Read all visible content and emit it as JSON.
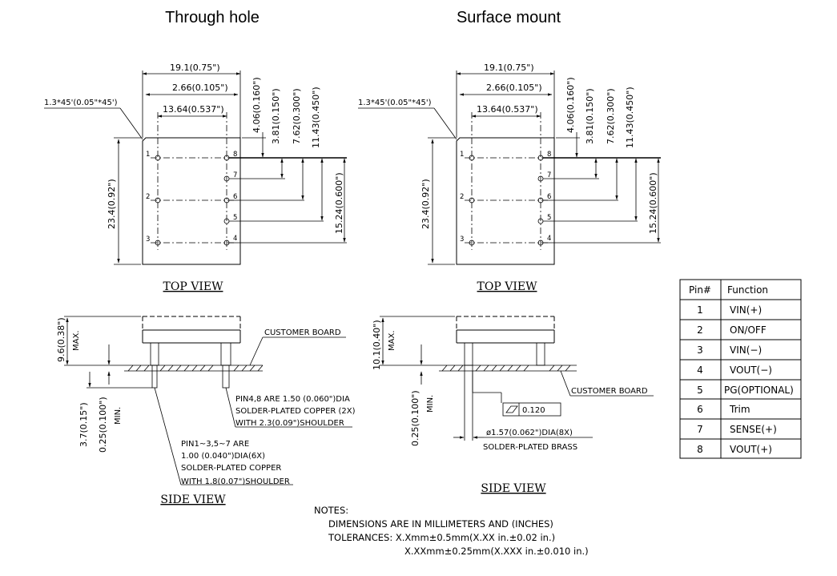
{
  "headings": {
    "through_hole": "Through hole",
    "surface_mount": "Surface mount"
  },
  "dimensions": {
    "width": "19.1(0.75\")",
    "pin_offset": "2.66(0.105\")",
    "pin_spacing": "13.64(0.537\")",
    "chamfer": "1.3*45'(0.05\"*45')",
    "d1": "4.06(0.160\")",
    "d2": "3.81(0.150\")",
    "d3": "7.62(0.300\")",
    "d4": "11.43(0.450\")",
    "d5": "15.24(0.600\")",
    "height": "23.4(0.92\")"
  },
  "pins": {
    "p1": "1",
    "p2": "2",
    "p3": "3",
    "p4": "4",
    "p5": "5",
    "p6": "6",
    "p7": "7",
    "p8": "8"
  },
  "views": {
    "top": "TOP VIEW",
    "side": "SIDE VIEW"
  },
  "side_th": {
    "height": "9.6(0.38\")",
    "max": "MAX.",
    "customer_board": "CUSTOMER BOARD",
    "pin_len": "3.7(0.15\")",
    "standoff": "0.25(0.100\")",
    "min": "MIN.",
    "note48_1": "PIN4,8 ARE 1.50 (0.060\")DIA",
    "note48_2": "SOLDER-PLATED COPPER (2X)",
    "note48_3": "WITH 2.3(0.09\")SHOULDER",
    "note1_1": "PIN1~3,5~7 ARE",
    "note1_2": "1.00 (0.040\")DIA(6X)",
    "note1_3": "SOLDER-PLATED COPPER",
    "note1_4": "WITH 1.8(0.07\")SHOULDER"
  },
  "side_sm": {
    "height": "10.1(0.40\")",
    "max": "MAX.",
    "customer_board": "CUSTOMER BOARD",
    "flatness": "0.120",
    "standoff": "0.25(0.100\")",
    "min": "MIN.",
    "dia": "ø1.57(0.062\")DIA(8X)",
    "material": "SOLDER-PLATED BRASS"
  },
  "notes": {
    "title": "NOTES:",
    "line1": "DIMENSIONS ARE IN MILLIMETERS AND (INCHES)",
    "line2": "TOLERANCES: X.Xmm±0.5mm(X.XX in.±0.02 in.)",
    "line3": "X.XXmm±0.25mm(X.XXX in.±0.010 in.)"
  },
  "pin_table": {
    "headers": [
      "Pin#",
      "Function"
    ],
    "rows": [
      [
        "1",
        "VIN(+)"
      ],
      [
        "2",
        "ON/OFF"
      ],
      [
        "3",
        "VIN(−)"
      ],
      [
        "4",
        "VOUT(−)"
      ],
      [
        "5",
        "PG(OPTIONAL)"
      ],
      [
        "6",
        "Trim"
      ],
      [
        "7",
        "SENSE(+)"
      ],
      [
        "8",
        "VOUT(+)"
      ]
    ]
  }
}
